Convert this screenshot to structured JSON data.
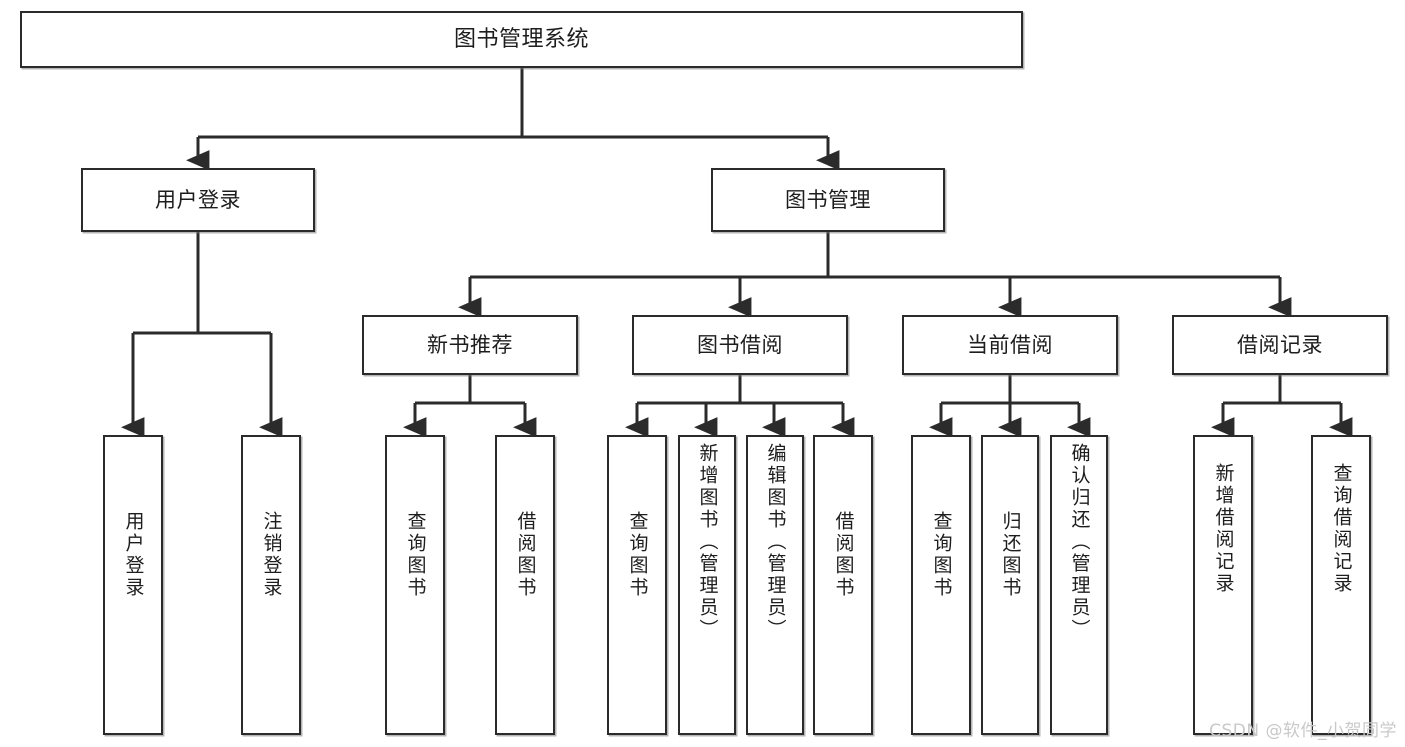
{
  "diagram": {
    "title": "图书管理系统",
    "type": "tree",
    "root": {
      "label": "图书管理系统"
    },
    "level2": [
      {
        "label": "用户登录"
      },
      {
        "label": "图书管理"
      }
    ],
    "level3": [
      {
        "label": "新书推荐"
      },
      {
        "label": "图书借阅"
      },
      {
        "label": "当前借阅"
      },
      {
        "label": "借阅记录"
      }
    ],
    "leaves": {
      "user_login": [
        {
          "label": "用户登录"
        },
        {
          "label": "注销登录"
        }
      ],
      "new_book_recommend": [
        {
          "label": "查询图书"
        },
        {
          "label": "借阅图书"
        }
      ],
      "book_borrow": [
        {
          "label": "查询图书"
        },
        {
          "label": "新增图书（管理员）"
        },
        {
          "label": "编辑图书（管理员）"
        },
        {
          "label": "借阅图书"
        }
      ],
      "current_borrow": [
        {
          "label": "查询图书"
        },
        {
          "label": "归还图书"
        },
        {
          "label": "确认归还（管理员）"
        }
      ],
      "borrow_records": [
        {
          "label": "新增借阅记录"
        },
        {
          "label": "查询借阅记录"
        }
      ]
    }
  },
  "watermark": {
    "text": "CSDN @软件_小贺同学"
  },
  "colors": {
    "stroke": "#2b2b2b",
    "fill": "#ffffff",
    "text": "#1d1d1d",
    "watermark": "#c9c9c9"
  }
}
